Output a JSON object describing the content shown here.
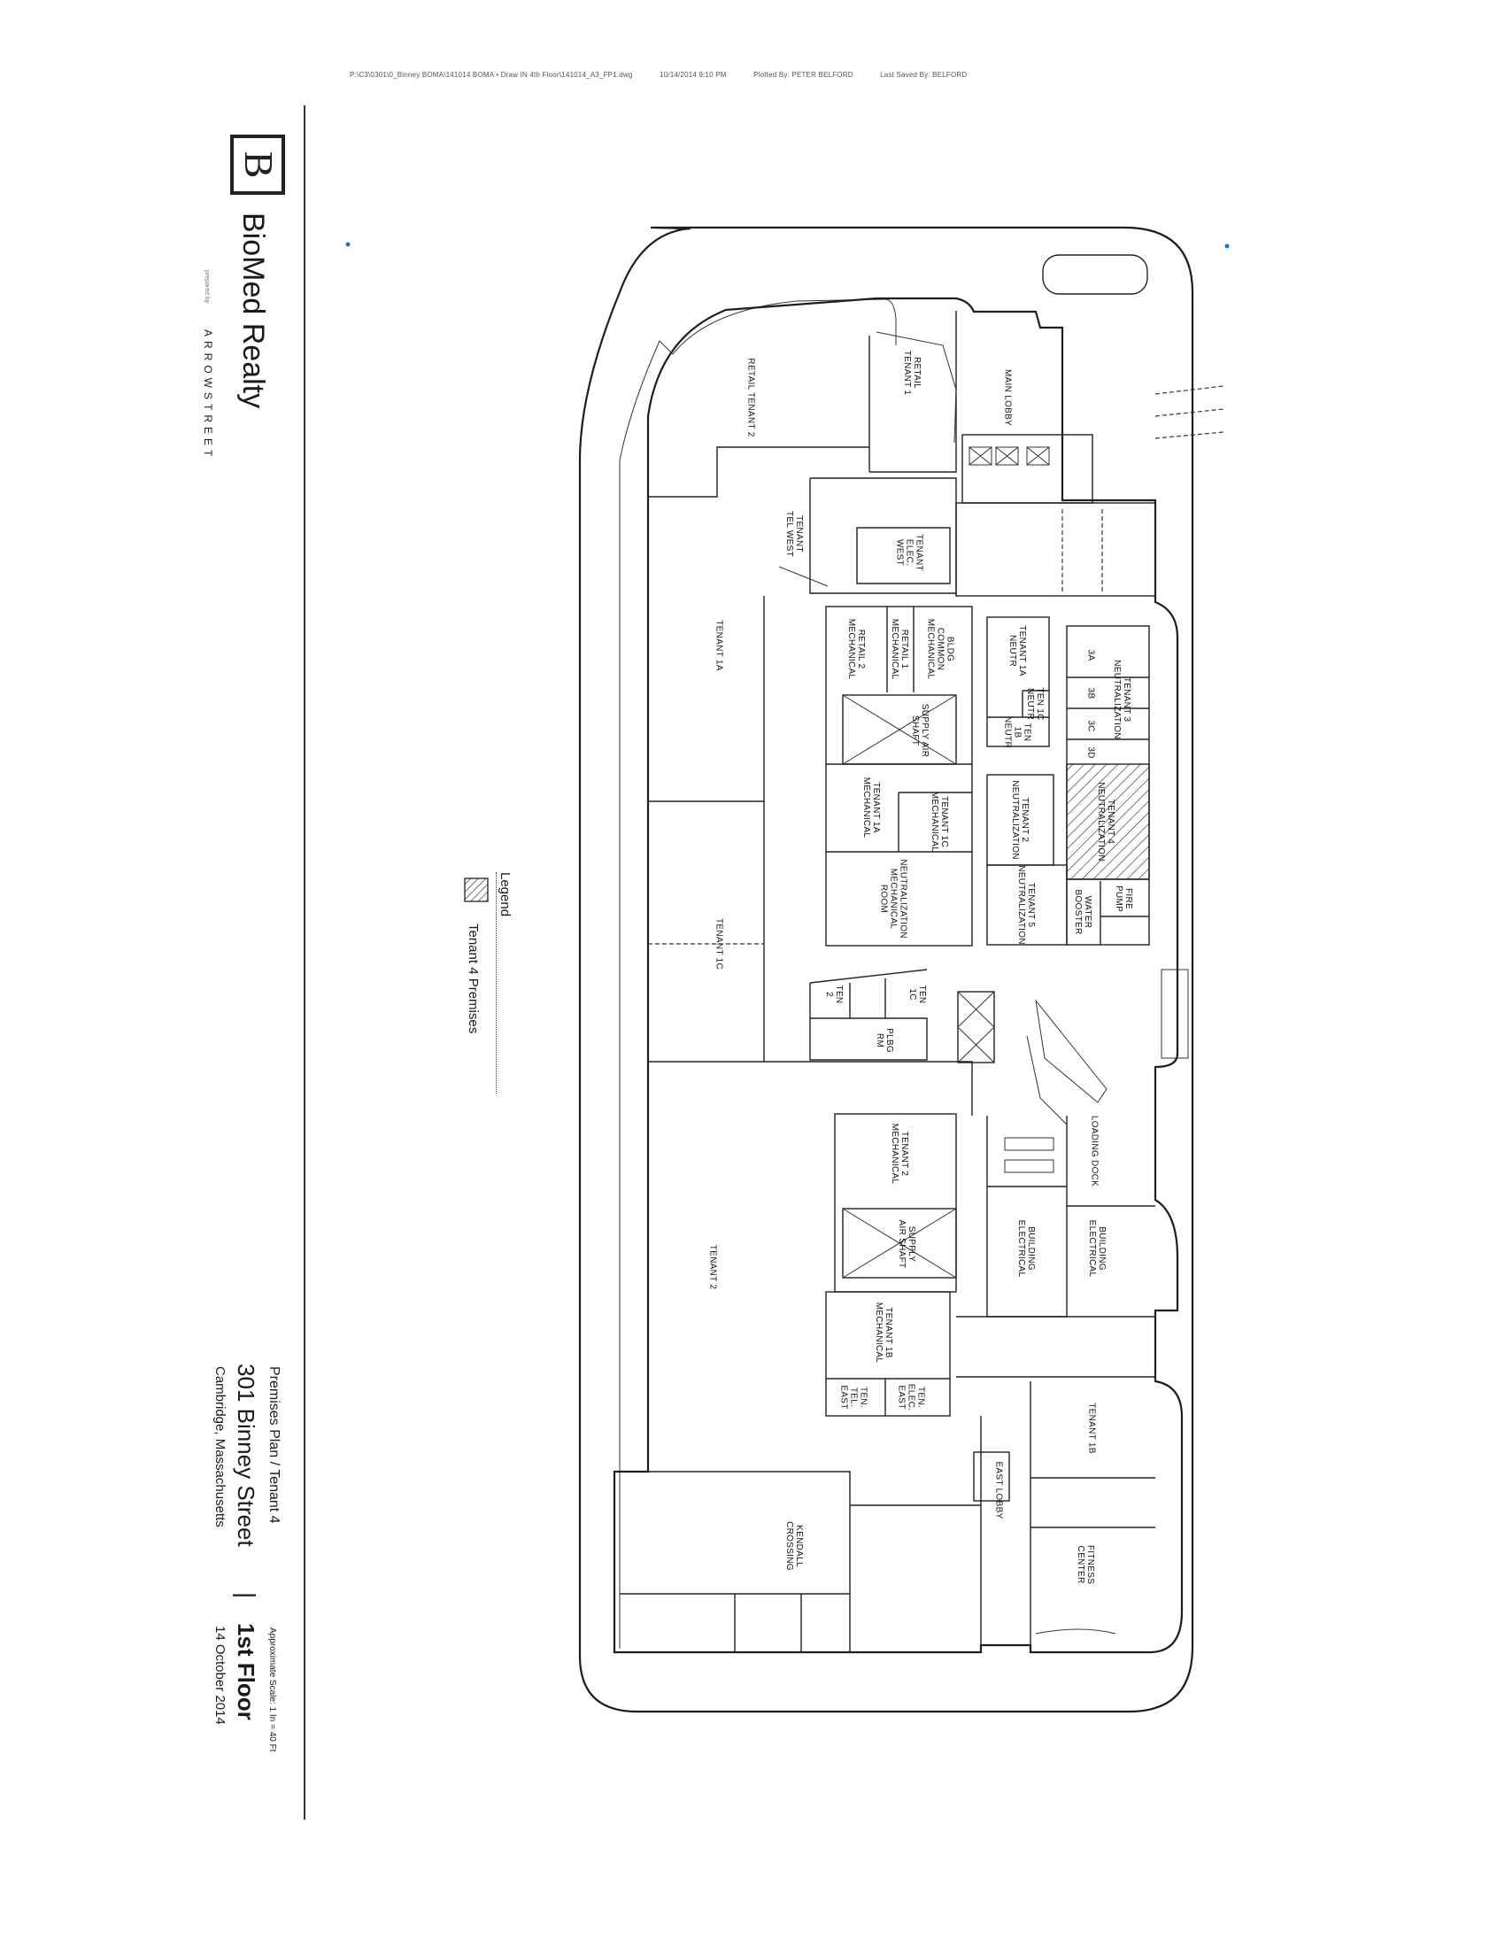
{
  "header": {
    "file_path": "P:\\C3\\0301\\0_Binney BOMA\\141014 BOMA • Draw IN 4th Floor\\141014_A3_FP1.dwg",
    "plot_time": "10/14/2014 9:10 PM",
    "plotted_by": "Plotted By: PETER BELFORD",
    "last_saved_by": "Last Saved By: BELFORD"
  },
  "branding": {
    "logo_letter": "B",
    "company": "BioMed Realty",
    "prepared_by": "prepared by",
    "architect": "ARROWSTREET"
  },
  "title_block": {
    "plan_title": "Premises Plan / Tenant 4",
    "address": "301 Binney Street",
    "city": "Cambridge, Massachusetts",
    "separator": "|",
    "floor": "1st Floor",
    "scale": "Approximate Scale: 1 In = 40 Ft",
    "date": "14 October 2014"
  },
  "legend": {
    "title": "Legend",
    "items": [
      {
        "label": "Tenant 4 Premises",
        "pattern": "hatched"
      }
    ]
  },
  "colors": {
    "ink": "#1e1e1e",
    "marker_dot": "#1a73c8"
  },
  "rooms": [
    {
      "lines": [
        "RETAIL TENANT 2"
      ]
    },
    {
      "lines": [
        "RETAIL",
        "TENANT 1"
      ]
    },
    {
      "lines": [
        "MAIN LOBBY"
      ]
    },
    {
      "lines": [
        "TENANT",
        "TEL WEST"
      ]
    },
    {
      "lines": [
        "TENANT",
        "ELEC.",
        "WEST"
      ]
    },
    {
      "lines": [
        "TENANT 1A"
      ]
    },
    {
      "lines": [
        "RETAIL 2",
        "MECHANICAL"
      ]
    },
    {
      "lines": [
        "RETAIL 1",
        "MECHANICAL"
      ]
    },
    {
      "lines": [
        "BLDG",
        "COMMON",
        "MECHANICAL"
      ]
    },
    {
      "lines": [
        "SUPPLY AIR",
        "SHAFT"
      ]
    },
    {
      "lines": [
        "TENANT 1A",
        "MECHANICAL"
      ]
    },
    {
      "lines": [
        "TENANT 1C",
        "MECHANICAL"
      ]
    },
    {
      "lines": [
        "NEUTRALIZATION",
        "MECHANICAL",
        "ROOM"
      ]
    },
    {
      "lines": [
        "TENANT 1A",
        "NEUTR"
      ]
    },
    {
      "lines": [
        "TEN 1C",
        "NEUTR"
      ]
    },
    {
      "lines": [
        "TEN",
        "1B",
        "NEUTR"
      ]
    },
    {
      "lines": [
        "TENANT 3",
        "NEUTRALIZATION"
      ]
    },
    {
      "lines": [
        "3A"
      ]
    },
    {
      "lines": [
        "3B"
      ]
    },
    {
      "lines": [
        "3C"
      ]
    },
    {
      "lines": [
        "3D"
      ]
    },
    {
      "lines": [
        "TENANT 4",
        "NEUTRALIZATION"
      ]
    },
    {
      "lines": [
        "TENANT 2",
        "NEUTRALIZATION"
      ]
    },
    {
      "lines": [
        "TENANT 5",
        "NEUTRALIZATION"
      ]
    },
    {
      "lines": [
        "FIRE",
        "PUMP"
      ]
    },
    {
      "lines": [
        "WATER",
        "BOOSTER"
      ]
    },
    {
      "lines": [
        "TENANT 1C"
      ]
    },
    {
      "lines": [
        "TEN",
        "2"
      ]
    },
    {
      "lines": [
        "TEN",
        "1C"
      ]
    },
    {
      "lines": [
        "PLBG",
        "RM"
      ]
    },
    {
      "lines": [
        "LOADING DOCK"
      ]
    },
    {
      "lines": [
        "TENANT 2",
        "MECHANICAL"
      ]
    },
    {
      "lines": [
        "SUPPLY",
        "AIR SHAFT"
      ]
    },
    {
      "lines": [
        "BUILDING",
        "ELECTRICAL"
      ]
    },
    {
      "lines": [
        "BUILDING",
        "ELECTRICAL"
      ]
    },
    {
      "lines": [
        "TENANT 2"
      ]
    },
    {
      "lines": [
        "TENANT 1B",
        "MECHANICAL"
      ]
    },
    {
      "lines": [
        "TEN.",
        "ELEC.",
        "EAST"
      ]
    },
    {
      "lines": [
        "TEN.",
        "TEL.",
        "EAST"
      ]
    },
    {
      "lines": [
        "TENANT 1B"
      ]
    },
    {
      "lines": [
        "EAST LOBBY"
      ]
    },
    {
      "lines": [
        "FITNESS",
        "CENTER"
      ]
    },
    {
      "lines": [
        "KENDALL",
        "CROSSING"
      ]
    }
  ]
}
